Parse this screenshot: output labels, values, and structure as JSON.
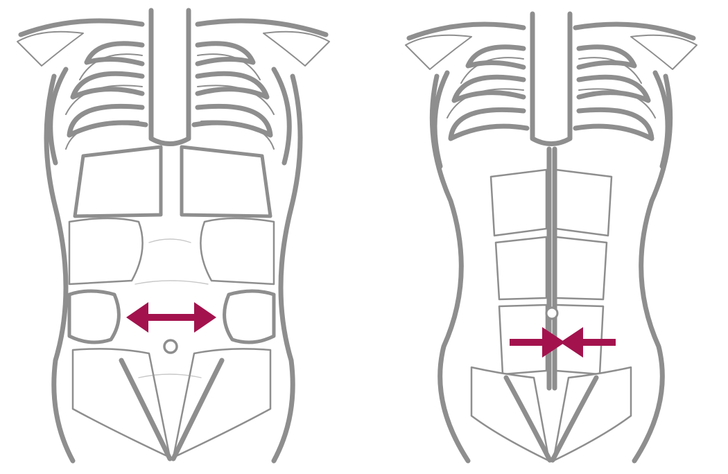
{
  "colors": {
    "outline": "#8e8e8e",
    "outline_light": "#9a9a9a",
    "arrow": "#a3124d",
    "background": "#ffffff"
  },
  "figures": [
    {
      "name": "torso-with-separated-abdominal-muscles",
      "arrow": "double-headed-outward"
    },
    {
      "name": "torso-with-joined-abdominal-muscles",
      "arrows": [
        "arrow-pointing-right",
        "arrow-pointing-left"
      ]
    }
  ]
}
